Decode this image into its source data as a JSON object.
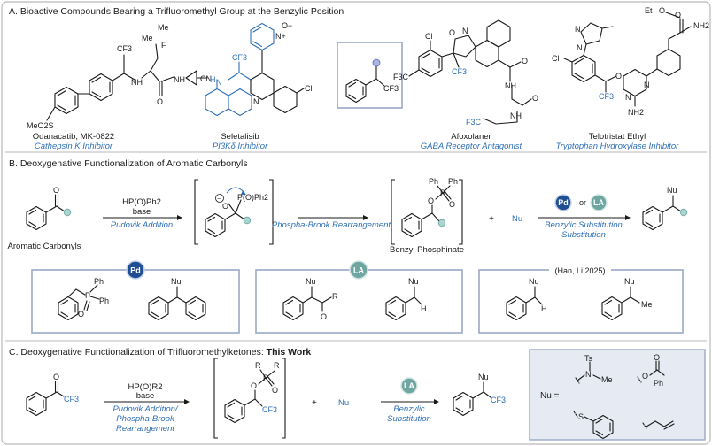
{
  "colors": {
    "frame": "#b9b9b9",
    "text": "#1a1a1a",
    "accent_blue": "#2e6fb7",
    "pd_badge": "#1f4f92",
    "la_badge": "#6fa6a2",
    "panel_border": "#9aa8c6",
    "nu_panel_bg": "#e6ebf3"
  },
  "section_a": {
    "title": "A. Bioactive Compounds Bearing a Trifluoromethyl Group at the Benzylic Position",
    "compounds": [
      {
        "name": "Odanacatib, MK-0822",
        "target": "Cathepsin K Inhibitor"
      },
      {
        "name": "Seletalisib",
        "target": "PI3Kδ Inhibitor"
      },
      {
        "name": "Afoxolaner",
        "target": "GABA Receptor Antagonist"
      },
      {
        "name": "Telotristat Ethyl",
        "target": "Tryptophan Hydroxylase Inhibitor"
      }
    ],
    "atoms": {
      "cf3": "CF3",
      "f": "F",
      "me": "Me",
      "meo2s": "MeO2S",
      "h": "H",
      "n": "N",
      "o": "O",
      "cn": "CN",
      "cl": "Cl",
      "nplus": "N+",
      "ominus": "O−",
      "f3c": "F3C",
      "nh": "NH",
      "nh2": "NH2",
      "et": "Et"
    }
  },
  "section_b": {
    "title": "B. Deoxygenative Functionalization of Aromatic Carbonyls",
    "start_label": "Aromatic Carbonyls",
    "reagent_1": "HP(O)Ph2",
    "reagent_2": "base",
    "step1": "Pudovik Addition",
    "step2": "Phospha-Brook Rearrangement",
    "intermediate_p": "P(O)Ph2",
    "phosphinate_label": "Benzyl Phosphinate",
    "ph": "Ph",
    "plus": "+",
    "nu": "Nu",
    "pd": "Pd",
    "or": "or",
    "la": "LA",
    "step3": "Benzylic Substitution",
    "ref": "(Han, Li 2025)",
    "r": "R",
    "o": "O",
    "h": "H",
    "me": "Me"
  },
  "section_c": {
    "title_prefix": "C. Deoxygenative Functionalization of Trifluoromethylketones: ",
    "title_bold": "This Work",
    "reagent_1": "HP(O)R2",
    "reagent_2": "base",
    "step1": "Pudovik Addition/ Phospha-Brook Rearrangement",
    "step1_line1": "Pudovik Addition/",
    "step1_line2": "Phospha-Brook",
    "step1_line3": "Rearrangement",
    "step2_line1": "Benzylic",
    "step2_line2": "Substitution",
    "cf3": "CF3",
    "o": "O",
    "r": "R",
    "p": "P",
    "plus": "+",
    "nu": "Nu",
    "la": "LA",
    "nu_eq": "Nu =",
    "ts": "Ts",
    "n": "N",
    "me": "Me",
    "ph": "Ph",
    "s": "S"
  }
}
